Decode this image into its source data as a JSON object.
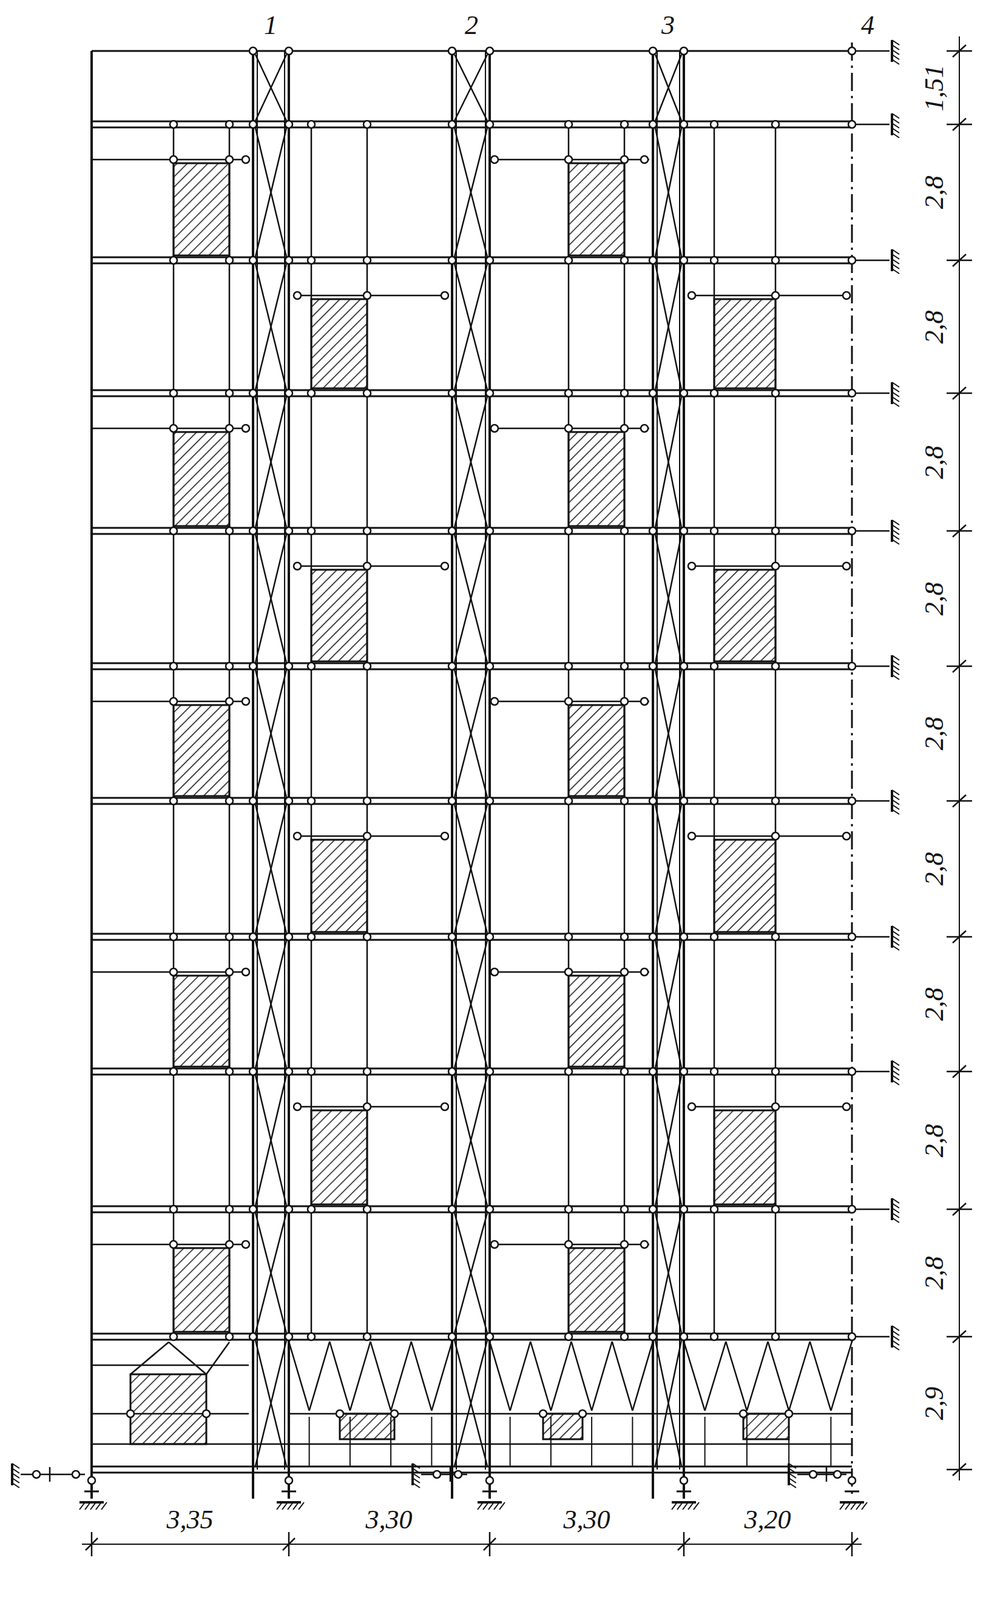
{
  "diagram": {
    "labels": [
      "1",
      "2",
      "3",
      "4",
      "1,51",
      "2,8",
      "2,8",
      "2,8",
      "2,8",
      "2,8",
      "2,8",
      "2,8",
      "2,8",
      "2,8",
      "2,9",
      "3,35",
      "3,30",
      "3,30",
      "3,20"
    ]
  }
}
